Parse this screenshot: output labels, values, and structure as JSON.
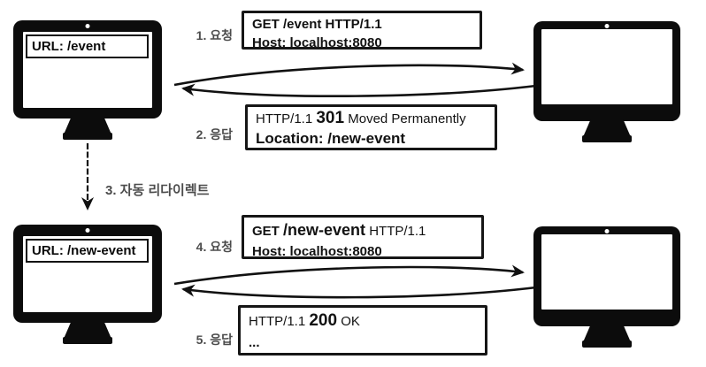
{
  "diagram": {
    "title_semantic": "HTTP 301 redirect flow",
    "colors": {
      "ink": "#0c0c0c",
      "label_gray": "#4c4c4c",
      "background": "#ffffff"
    }
  },
  "monitors": {
    "client_top": {
      "url": "URL: /event"
    },
    "server_top": {
      "url": ""
    },
    "client_bottom": {
      "url": "URL: /new-event"
    },
    "server_bottom": {
      "url": ""
    }
  },
  "steps": {
    "step1": "1. 요청",
    "step2": "2. 응답",
    "step3": "3. 자동 리다이렉트",
    "step4": "4. 요청",
    "step5": "5. 응답"
  },
  "messages": {
    "request1": {
      "line1": "GET /event HTTP/1.1",
      "line2": "Host: localhost:8080"
    },
    "response1": {
      "line1_pre": "HTTP/1.1 ",
      "line1_em": "301",
      "line1_post": " Moved Permanently",
      "line2": "Location: /new-event"
    },
    "request2": {
      "line1_pre": "GET ",
      "line1_em": "/new-event",
      "line1_post": " HTTP/1.1",
      "line2": "Host: localhost:8080"
    },
    "response2": {
      "line1_pre": "HTTP/1.1 ",
      "line1_em": "200",
      "line1_post": " OK",
      "line2": "..."
    }
  }
}
